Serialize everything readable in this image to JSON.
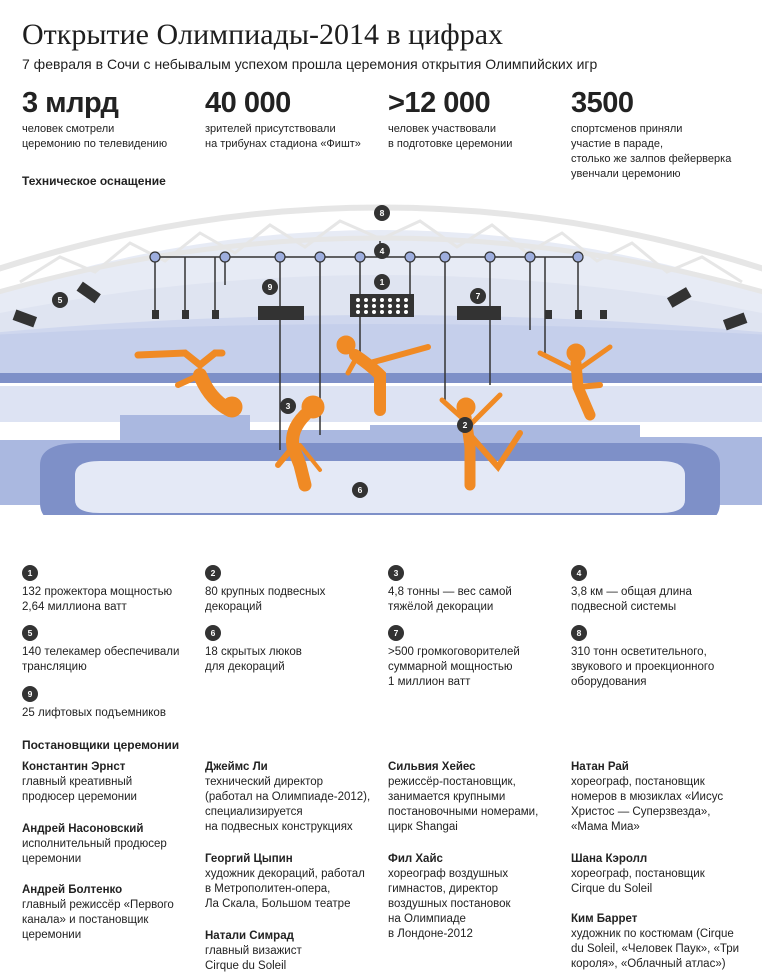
{
  "title": "Открытие Олимпиады-2014 в цифрах",
  "subtitle": "7 февраля в Сочи с небывалым успехом прошла церемония открытия Олимпийских игр",
  "stats": [
    {
      "num": "3 млрд",
      "desc": "человек смотрели\nцеремонию по телевидению"
    },
    {
      "num": "40 000",
      "desc": "зрителей присутствовали\nна трибунах стадиона «Фишт»"
    },
    {
      "num": ">12 000",
      "desc": "человек участвовали\nв подготовке церемонии"
    },
    {
      "num": "3500",
      "desc": "спортсменов приняли\nучастие в параде,\nстолько же залпов фейерверка\nувенчали церемонию"
    }
  ],
  "tech_heading": "Техническое оснащение",
  "scene_badges": [
    "1",
    "2",
    "3",
    "4",
    "5",
    "6",
    "7",
    "8",
    "9"
  ],
  "facts": [
    {
      "n": "1",
      "text": "132 прожектора мощностью\n2,64 миллиона ватт"
    },
    {
      "n": "2",
      "text": "80 крупных подвесных\nдекораций"
    },
    {
      "n": "3",
      "text": "4,8 тонны — вес самой\nтяжёлой декорации"
    },
    {
      "n": "4",
      "text": "3,8 км — общая длина\nподвесной системы"
    },
    {
      "n": "5",
      "text": "140 телекамер обеспечивали\nтрансляцию"
    },
    {
      "n": "6",
      "text": "18 скрытых люков\nдля декораций"
    },
    {
      "n": "7",
      "text": ">500 громкоговорителей\nсуммарной мощностью\n1 миллион ватт"
    },
    {
      "n": "8",
      "text": "310 тонн осветительного,\nзвукового и проекционного\nоборудования"
    },
    {
      "n": "9",
      "text": "25 лифтовых подъемников"
    }
  ],
  "crew_heading": "Постановщики церемонии",
  "crew": [
    {
      "name": "Константин Эрнст",
      "role": "главный креативный\nпродюсер церемонии"
    },
    {
      "name": "Андрей Насоновский",
      "role": "исполнительный продюсер\nцеремонии"
    },
    {
      "name": "Андрей Болтенко",
      "role": "главный режиссёр «Первого\nканала» и постановщик\nцеремонии"
    },
    {
      "name": "Джеймс Ли",
      "role": "технический директор\n(работал на Олимпиаде-2012),\nспециализируется\nна подвесных конструкциях"
    },
    {
      "name": "Георгий Цыпин",
      "role": "художник декораций, работал\nв Метрополитен-опера,\nЛа Скала, Большом театре"
    },
    {
      "name": "Натали Симрад",
      "role": "главный визажист\nCirque du Soleil"
    },
    {
      "name": "Сильвия Хейес",
      "role": "режиссёр-постановщик,\nзанимается крупными\nпостановочными номерами,\nцирк Shangai"
    },
    {
      "name": "Фил Хайс",
      "role": "хореограф воздушных\nгимнастов, директор\nвоздушных постановок\nна Олимпиаде\nв Лондоне-2012"
    },
    {
      "name": "Натан Рай",
      "role": "хореограф, постановщик\nномеров в мюзиклах «Иисус\nХристос — Суперзвезда»,\n«Мама Миа»"
    },
    {
      "name": "Шана Кэролл",
      "role": "хореограф, постановщик\nCirque du Soleil"
    },
    {
      "name": "Ким Баррет",
      "role": "художник по костюмам (Cirque\ndu Soleil, «Человек Паук», «Три\nкороля», «Облачный атлас»)"
    }
  ],
  "colors": {
    "orange": "#f08a24",
    "arena_blue": "#7e90c8",
    "light_blue": "#c9d3ec",
    "badge": "#333333"
  },
  "icons": [
    "spotlight-icon",
    "camera-icon",
    "speaker-icon",
    "gymnast-figure-icon"
  ]
}
